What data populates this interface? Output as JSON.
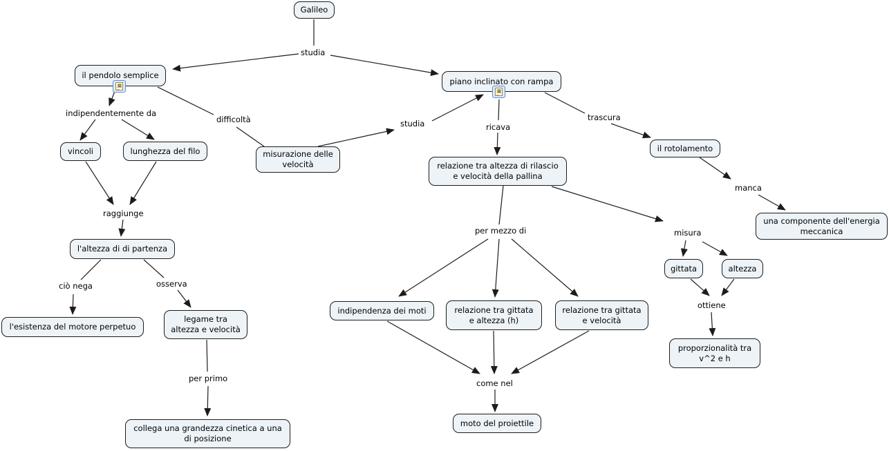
{
  "colors": {
    "background": "#ffffff",
    "node_fill": "#edf3f7",
    "node_border": "#1c1c1c",
    "connector": "#1c1c1c",
    "resource_icon_border": "#5b8ed6",
    "resource_icon_accent": "#e3b63c"
  },
  "nodes": {
    "galileo": {
      "label": "Galileo"
    },
    "pendolo": {
      "label": "il pendolo semplice"
    },
    "piano": {
      "label": "piano inclinato con rampa"
    },
    "vincoli": {
      "label": "vincoli"
    },
    "lunghezza": {
      "label": "lunghezza del filo"
    },
    "misurazione": {
      "label": "misurazione delle\nvelocità"
    },
    "relazione_rilascio": {
      "label": "relazione tra altezza di rilascio\ne velocità della pallina"
    },
    "rotolamento": {
      "label": "il rotolamento"
    },
    "energia": {
      "label": "una componente dell'energia\nmeccanica"
    },
    "gittata": {
      "label": "gittata"
    },
    "altezza": {
      "label": "altezza"
    },
    "proporzionalita": {
      "label": "proporzionalità tra\nv^2 e  h"
    },
    "indipendenza": {
      "label": "indipendenza dei moti"
    },
    "rel_gittata_altezza": {
      "label": "relazione tra gittata\ne  altezza (h)"
    },
    "rel_gittata_velocita": {
      "label": "relazione tra gittata\ne velocità"
    },
    "moto": {
      "label": "moto del proiettile"
    },
    "altezza_partenza": {
      "label": "l'altezza di di partenza"
    },
    "esistenza": {
      "label": "l'esistenza del motore perpetuo"
    },
    "legame": {
      "label": "legame tra\naltezza e velocità"
    },
    "collega": {
      "label": "collega una grandezza cinetica a una\ndi posizione"
    }
  },
  "links": {
    "studia_top": "studia",
    "indipendentemente": "indipendentemente da",
    "difficolta": "difficoltà",
    "studia2": "studia",
    "ricava": "ricava",
    "trascura": "trascura",
    "manca": "manca",
    "misura": "misura",
    "raggiunge": "raggiunge",
    "cio_nega": "ciò nega",
    "osserva": "osserva",
    "per_primo": "per primo",
    "per_mezzo": "per mezzo di",
    "ottiene": "ottiene",
    "come_nel": "come nel"
  },
  "icons": {
    "pendolo_resource": "resource-icon",
    "piano_resource": "resource-icon"
  }
}
